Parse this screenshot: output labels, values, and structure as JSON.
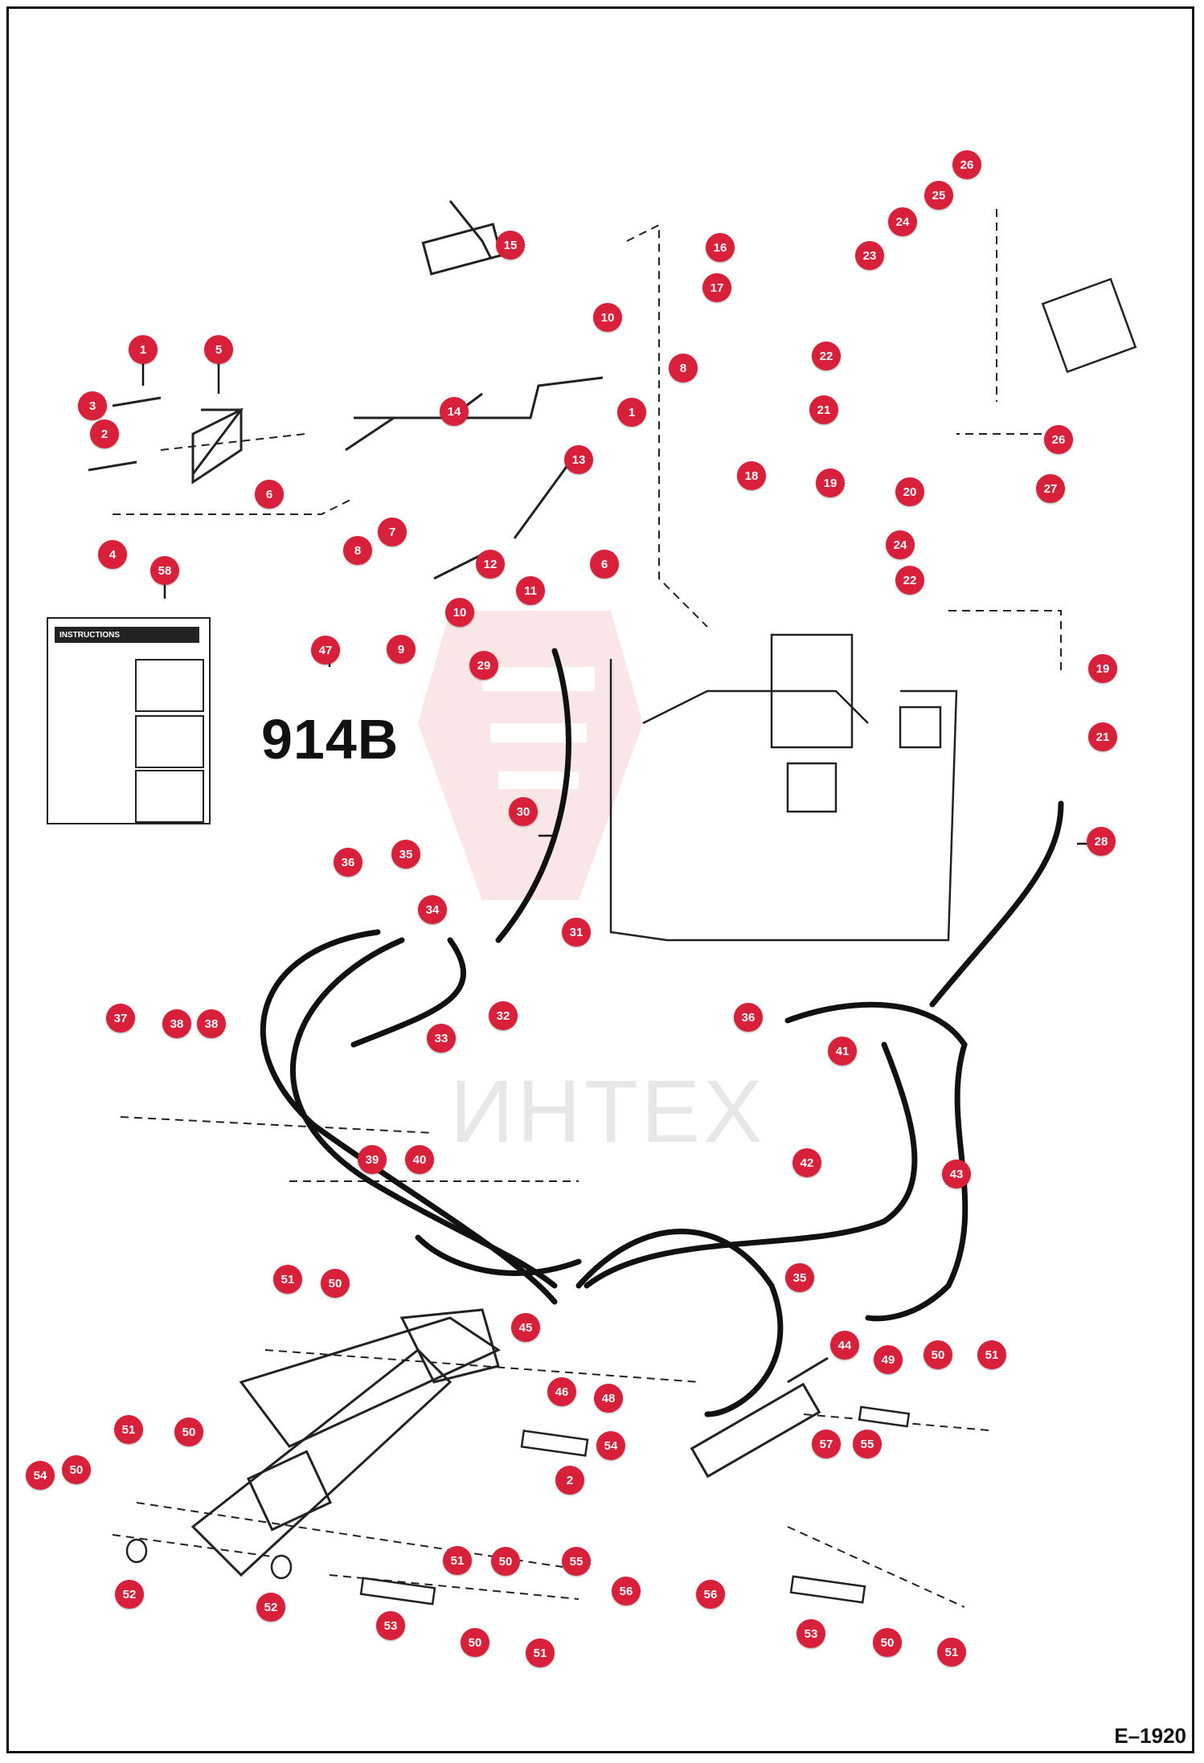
{
  "model_label": "914B",
  "figure_id": "E–1920",
  "watermark": "ИНТЕХ",
  "decal_header": "INSTRUCTIONS",
  "colors": {
    "callout": "#d8203a",
    "line": "#111111",
    "watermark_mark": "#f2b8b8"
  },
  "callouts": [
    {
      "n": "1"
    },
    {
      "n": "5"
    },
    {
      "n": "3"
    },
    {
      "n": "2"
    },
    {
      "n": "6"
    },
    {
      "n": "4"
    },
    {
      "n": "58"
    },
    {
      "n": "15"
    },
    {
      "n": "16"
    },
    {
      "n": "17"
    },
    {
      "n": "10"
    },
    {
      "n": "8"
    },
    {
      "n": "14"
    },
    {
      "n": "1"
    },
    {
      "n": "13"
    },
    {
      "n": "18"
    },
    {
      "n": "7"
    },
    {
      "n": "8"
    },
    {
      "n": "12"
    },
    {
      "n": "6"
    },
    {
      "n": "11"
    },
    {
      "n": "10"
    },
    {
      "n": "9"
    },
    {
      "n": "26"
    },
    {
      "n": "25"
    },
    {
      "n": "24"
    },
    {
      "n": "23"
    },
    {
      "n": "22"
    },
    {
      "n": "21"
    },
    {
      "n": "19"
    },
    {
      "n": "20"
    },
    {
      "n": "26"
    },
    {
      "n": "27"
    },
    {
      "n": "24"
    },
    {
      "n": "22"
    },
    {
      "n": "47"
    },
    {
      "n": "29"
    },
    {
      "n": "19"
    },
    {
      "n": "21"
    },
    {
      "n": "30"
    },
    {
      "n": "28"
    },
    {
      "n": "36"
    },
    {
      "n": "35"
    },
    {
      "n": "34"
    },
    {
      "n": "31"
    },
    {
      "n": "33"
    },
    {
      "n": "32"
    },
    {
      "n": "37"
    },
    {
      "n": "38"
    },
    {
      "n": "38"
    },
    {
      "n": "36"
    },
    {
      "n": "41"
    },
    {
      "n": "39"
    },
    {
      "n": "40"
    },
    {
      "n": "42"
    },
    {
      "n": "43"
    },
    {
      "n": "51"
    },
    {
      "n": "50"
    },
    {
      "n": "35"
    },
    {
      "n": "45"
    },
    {
      "n": "44"
    },
    {
      "n": "49"
    },
    {
      "n": "50"
    },
    {
      "n": "51"
    },
    {
      "n": "46"
    },
    {
      "n": "48"
    },
    {
      "n": "51"
    },
    {
      "n": "50"
    },
    {
      "n": "54"
    },
    {
      "n": "57"
    },
    {
      "n": "55"
    },
    {
      "n": "54"
    },
    {
      "n": "50"
    },
    {
      "n": "2"
    },
    {
      "n": "51"
    },
    {
      "n": "50"
    },
    {
      "n": "55"
    },
    {
      "n": "56"
    },
    {
      "n": "56"
    },
    {
      "n": "52"
    },
    {
      "n": "52"
    },
    {
      "n": "53"
    },
    {
      "n": "50"
    },
    {
      "n": "51"
    },
    {
      "n": "53"
    },
    {
      "n": "50"
    },
    {
      "n": "51"
    }
  ]
}
